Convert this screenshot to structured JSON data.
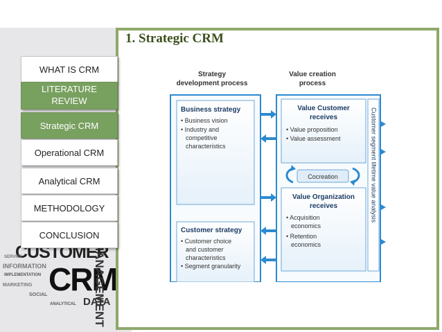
{
  "slide": {
    "title": "1.  Strategic CRM"
  },
  "nav": {
    "items": [
      {
        "label": "WHAT IS CRM",
        "highlighted": false
      },
      {
        "label": "LITERATURE REVIEW",
        "highlighted": true
      },
      {
        "label": "Strategic CRM",
        "highlighted": true
      },
      {
        "label": "Operational CRM",
        "highlighted": false
      },
      {
        "label": "Analytical CRM",
        "highlighted": false
      },
      {
        "label": "METHODOLOGY",
        "highlighted": false
      },
      {
        "label": "CONCLUSION",
        "highlighted": false
      }
    ]
  },
  "diagram": {
    "col1_header": "Strategy development process",
    "col2_header": "Value creation process",
    "business_strategy": {
      "title": "Business strategy",
      "bullets": [
        "Business vision",
        "Industry and competitive characteristics"
      ]
    },
    "customer_strategy": {
      "title": "Customer strategy",
      "bullets": [
        "Customer choice and customer characteristics",
        "Segment granularity"
      ]
    },
    "value_customer": {
      "title": "Value Customer receives",
      "bullets": [
        "Value proposition",
        "Value assessment"
      ]
    },
    "cocreation": "Cocreation",
    "value_organization": {
      "title": "Value Organization receives",
      "bullets": [
        "Acquisition economics",
        "Retention economics"
      ]
    },
    "side_label": "Customer segment lifetime value analysis"
  },
  "wordcloud": {
    "words": [
      "CUSTOMER",
      "CRM",
      "MANAGEMENT",
      "DATA",
      "INFORMATION",
      "IMPLEMENTATION",
      "MARKETING",
      "ANALYTICAL",
      "SOCIAL",
      "SERVICE"
    ]
  },
  "colors": {
    "accent_green": "#78a05f",
    "panel_border": "#8fa86a",
    "title_green": "#3d4f1e",
    "diagram_blue": "#2b8ad0"
  }
}
